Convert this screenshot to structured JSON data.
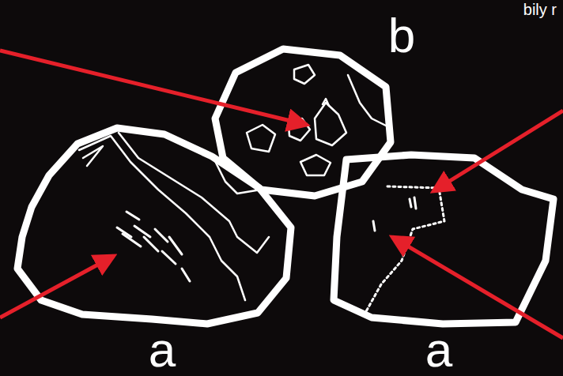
{
  "diagram": {
    "labels": [
      "b",
      "a",
      "a",
      "bily r"
    ]
  }
}
